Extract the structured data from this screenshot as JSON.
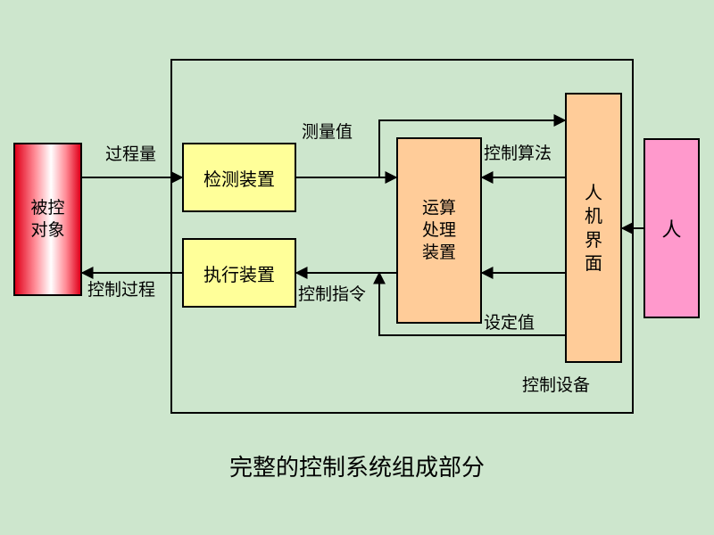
{
  "diagram": {
    "title": "完整的控制系统组成部分",
    "blocks": {
      "controlled_object": [
        "被控",
        "对象"
      ],
      "detector": "检测装置",
      "executor": "执行装置",
      "processor": [
        "运算",
        "处理",
        "装置"
      ],
      "hmi": [
        "人",
        "机",
        "界",
        "面"
      ],
      "person": "人"
    },
    "labels": {
      "process_variable": "过程量",
      "measured_value": "测量值",
      "control_algorithm": "控制算法",
      "control_process": "控制过程",
      "control_command": "控制指令",
      "setpoint": "设定值",
      "control_equipment": "控制设备"
    },
    "colors": {
      "background": "#cde6cd",
      "yellow_block": "#ffff99",
      "orange_block": "#ffcc99",
      "pink_block": "#ff99cc",
      "red_gradient_edge": "#e0001a",
      "red_gradient_center": "#ffffff"
    }
  }
}
